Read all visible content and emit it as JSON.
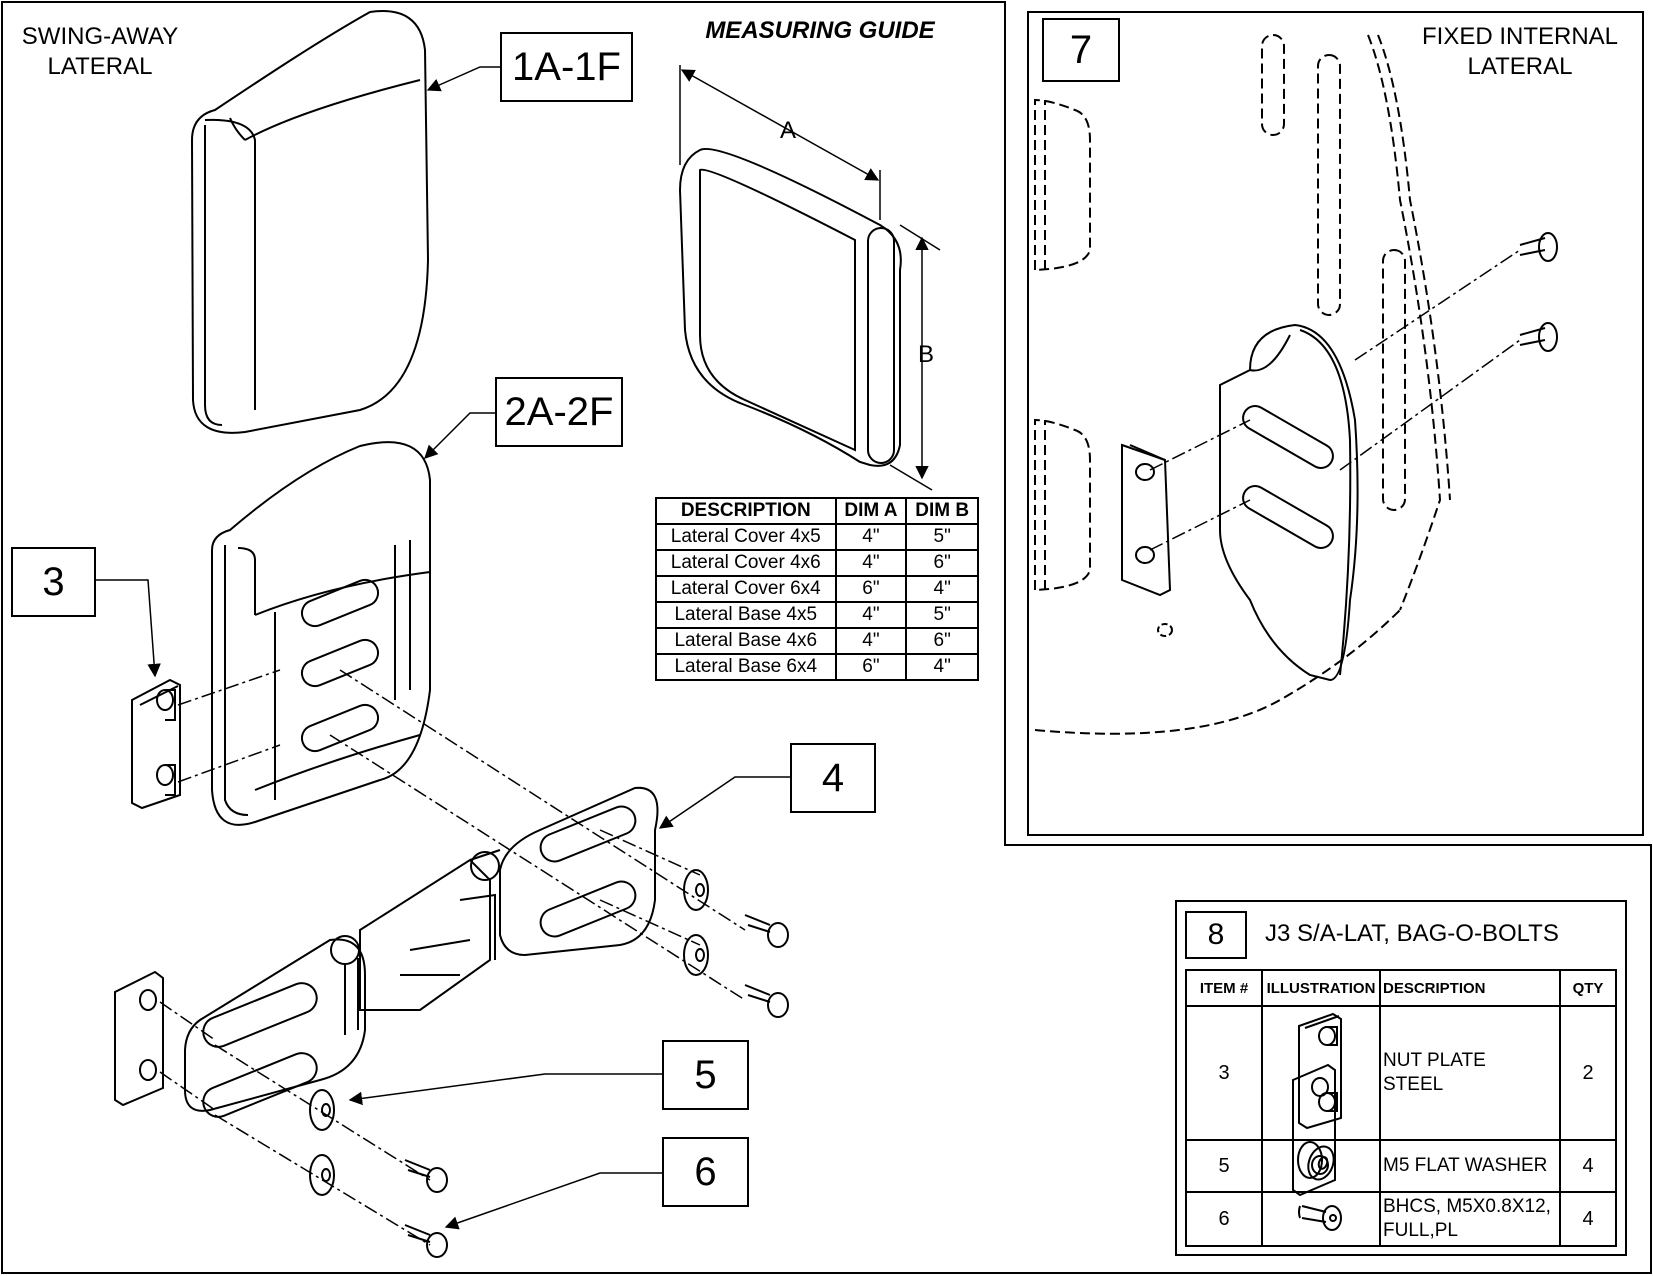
{
  "swing_away_label": [
    "SWING-AWAY",
    "LATERAL"
  ],
  "measuring_guide_title": "MEASURING GUIDE",
  "fixed_internal_label": [
    "FIXED INTERNAL",
    "LATERAL"
  ],
  "callouts": {
    "c1": "1A-1F",
    "c2": "2A-2F",
    "c3": "3",
    "c4": "4",
    "c5": "5",
    "c6": "6",
    "c7": "7",
    "c8": "8"
  },
  "dim_labels": {
    "a": "A",
    "b": "B"
  },
  "dim_table": {
    "headers": [
      "DESCRIPTION",
      "DIM A",
      "DIM B"
    ],
    "rows": [
      [
        "Lateral Cover 4x5",
        "4\"",
        "5\""
      ],
      [
        "Lateral Cover 4x6",
        "4\"",
        "6\""
      ],
      [
        "Lateral Cover 6x4",
        "6\"",
        "4\""
      ],
      [
        "Lateral Base 4x5",
        "4\"",
        "5\""
      ],
      [
        "Lateral Base 4x6",
        "4\"",
        "6\""
      ],
      [
        "Lateral Base 6x4",
        "6\"",
        "4\""
      ]
    ]
  },
  "bom": {
    "title": "J3 S/A-LAT, BAG-O-BOLTS",
    "headers": [
      "ITEM #",
      "ILLUSTRATION",
      "DESCRIPTION",
      "QTY"
    ],
    "rows": [
      {
        "item": "3",
        "description_lines": [
          "NUT PLATE",
          "STEEL"
        ],
        "qty": "2"
      },
      {
        "item": "5",
        "description_lines": [
          "M5 FLAT WASHER"
        ],
        "qty": "4"
      },
      {
        "item": "6",
        "description_lines": [
          "BHCS, M5X0.8X12,",
          "FULL,PL"
        ],
        "qty": "4"
      }
    ]
  }
}
